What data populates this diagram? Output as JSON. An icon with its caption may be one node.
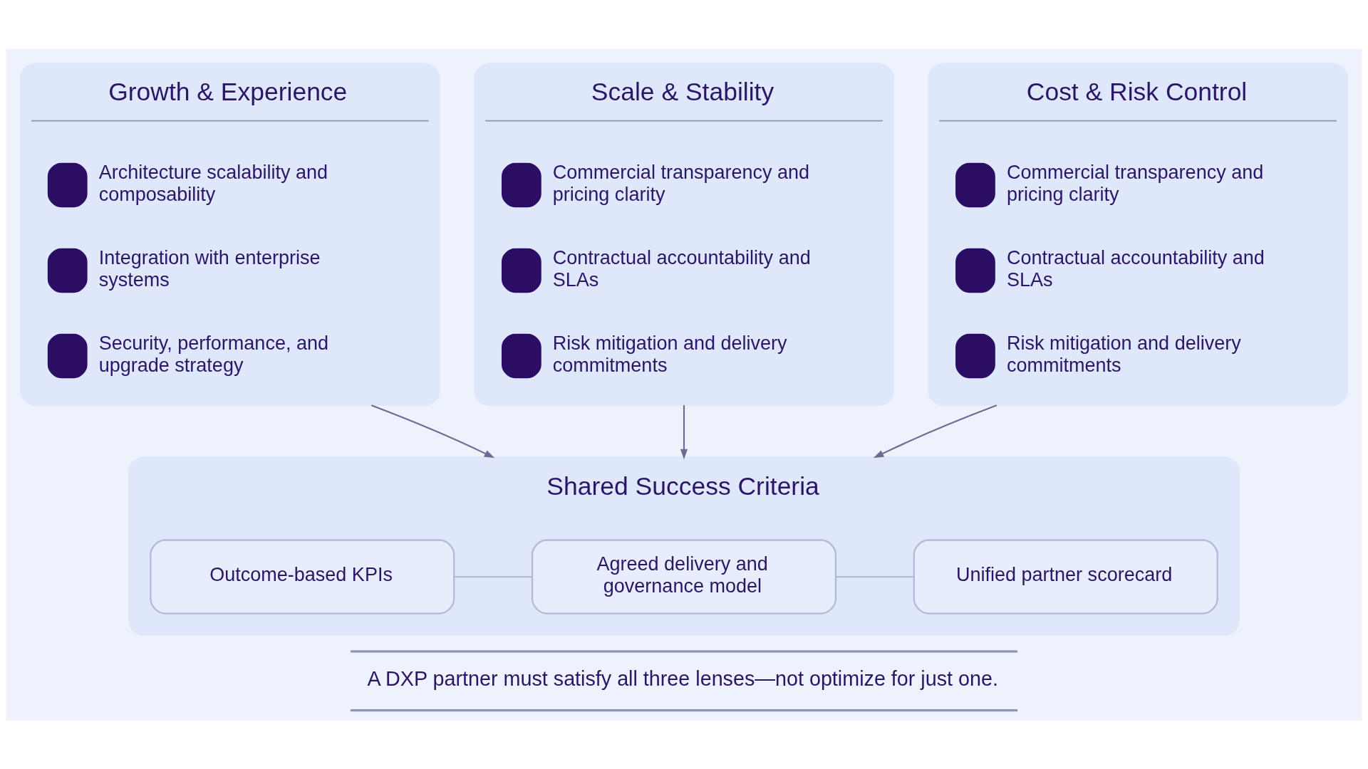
{
  "diagram": {
    "caption": "A DXP partner must satisfy all three lenses—not optimize for just one.",
    "nodes": [
      {
        "text": [
          "Growth & Experience"
        ]
      },
      {
        "text": [
          "Architecture scalability and composability"
        ],
        "in": 0
      },
      {
        "text": [
          "Integration with enterprise systems"
        ],
        "in": 0
      },
      {
        "text": [
          "Security, performance, and upgrade strategy"
        ],
        "in": 0
      },
      {
        "text": [
          "Scale & Stability"
        ]
      },
      {
        "text": [
          "Commercial transparency and pricing clarity"
        ],
        "in": 4
      },
      {
        "text": [
          "Contractual accountability and SLAs"
        ],
        "in": 4
      },
      {
        "text": [
          "Risk mitigation and delivery commitments"
        ],
        "in": 4
      },
      {
        "text": [
          "Cost & Risk Control"
        ]
      },
      {
        "text": [
          "Commercial transparency and pricing clarity"
        ],
        "in": 8
      },
      {
        "text": [
          "Contractual accountability and SLAs"
        ],
        "in": 8
      },
      {
        "text": [
          "Risk mitigation and delivery commitments"
        ],
        "in": 8
      },
      {
        "text": [
          "Shared Success Criteria"
        ]
      },
      {
        "text": [
          "Outcome-based KPIs"
        ],
        "in": 12
      },
      {
        "text": [
          "Agreed delivery and governance model"
        ],
        "in": 12
      },
      {
        "text": [
          "Unified partner scorecard"
        ],
        "in": 12
      }
    ],
    "edges": [
      {
        "from": 0,
        "to": 12,
        "arrow": "to"
      },
      {
        "from": 4,
        "to": 12,
        "arrow": "to"
      },
      {
        "from": 8,
        "to": 12,
        "arrow": "to"
      },
      {
        "from": 13,
        "to": 14,
        "arrow": "none",
        "color": "#b4bbd6"
      },
      {
        "from": 14,
        "to": 15,
        "arrow": "none",
        "color": "#b4bbd6"
      }
    ]
  }
}
